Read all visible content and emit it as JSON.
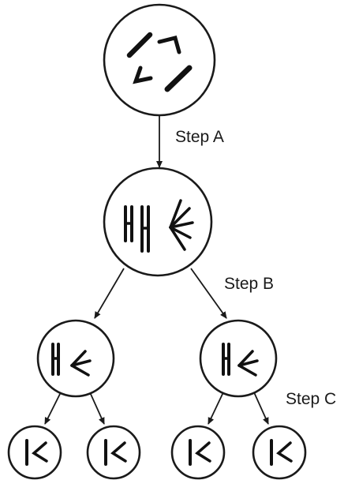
{
  "diagram": {
    "steps": [
      {
        "id": "step-a",
        "label": "Step A"
      },
      {
        "id": "step-b",
        "label": "Step B"
      },
      {
        "id": "step-c",
        "label": "Step C"
      }
    ],
    "colors": {
      "line": "#1a1a1a",
      "chromosome": "#111111",
      "background": "#ffffff"
    }
  }
}
